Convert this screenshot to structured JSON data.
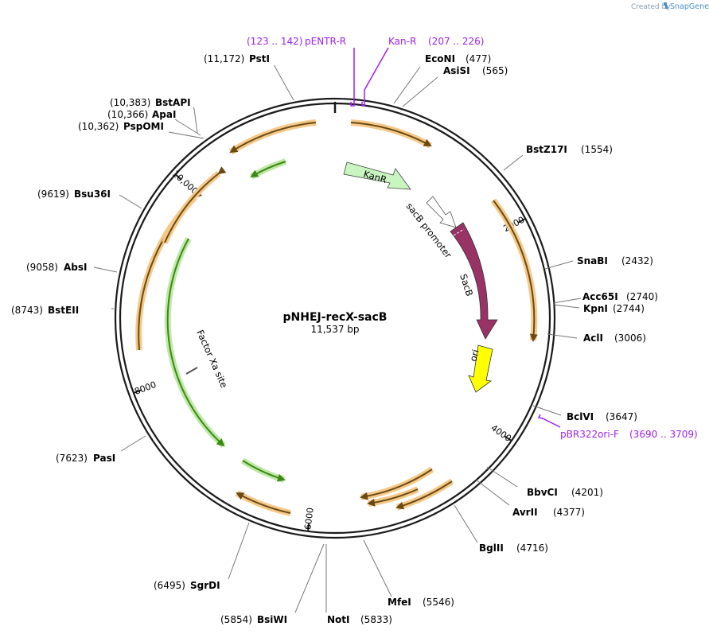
{
  "brand": {
    "created_by": "Created by",
    "name": "SnapGene"
  },
  "plasmid": {
    "name": "pNHEJ-recX-sacB",
    "size": "11,537 bp"
  },
  "ticks": [
    {
      "label": "2000",
      "bp": 2000
    },
    {
      "label": "4000",
      "bp": 4000
    },
    {
      "label": "6000",
      "bp": 6000
    },
    {
      "label": "8000",
      "bp": 8000
    },
    {
      "label": "10,000",
      "bp": 10000
    }
  ],
  "sites": [
    {
      "name": "PstI",
      "pos": "(11,172)"
    },
    {
      "name": "EcoNI",
      "pos": "(477)"
    },
    {
      "name": "AsiSI",
      "pos": "(565)"
    },
    {
      "name": "BstAPI",
      "pos": "(10,383)"
    },
    {
      "name": "ApaI",
      "pos": "(10,366)"
    },
    {
      "name": "PspOMI",
      "pos": "(10,362)"
    },
    {
      "name": "BstZ17I",
      "pos": "(1554)"
    },
    {
      "name": "Bsu36I",
      "pos": "(9619)"
    },
    {
      "name": "SnaBI",
      "pos": "(2432)"
    },
    {
      "name": "AbsI",
      "pos": "(9058)"
    },
    {
      "name": "Acc65I",
      "pos": "(2740)"
    },
    {
      "name": "KpnI",
      "pos": "(2744)"
    },
    {
      "name": "BstEII",
      "pos": "(8743)"
    },
    {
      "name": "AclI",
      "pos": "(3006)"
    },
    {
      "name": "BclVI",
      "pos": "(3647)"
    },
    {
      "name": "PasI",
      "pos": "(7623)"
    },
    {
      "name": "BbvCI",
      "pos": "(4201)"
    },
    {
      "name": "AvrII",
      "pos": "(4377)"
    },
    {
      "name": "BglII",
      "pos": "(4716)"
    },
    {
      "name": "SgrDI",
      "pos": "(6495)"
    },
    {
      "name": "MfeI",
      "pos": "(5546)"
    },
    {
      "name": "BsiWI",
      "pos": "(5854)"
    },
    {
      "name": "NotI",
      "pos": "(5833)"
    }
  ],
  "primers": [
    {
      "name": "pENTR-R",
      "pos": "(123 .. 142)"
    },
    {
      "name": "Kan-R",
      "pos": "(207 .. 226)"
    },
    {
      "name": "pBR322ori-F",
      "pos": "(3690 .. 3709)"
    }
  ],
  "features": {
    "kanr": "KanR",
    "sacb_promoter": "sacB promoter",
    "sacb": "SacB",
    "ori": "ori",
    "factor_xa": "Factor Xa site"
  },
  "colors": {
    "backbone": "#1a1a1a",
    "orf_fill": "#f5c98a",
    "orf_line": "#6b4a12",
    "green_fill": "#bfe8a8",
    "green_line": "#3a8a10",
    "kanr": "#c8f5c0",
    "sacb": "#993366",
    "ori": "#ffff00",
    "primer": "#a020f0"
  }
}
